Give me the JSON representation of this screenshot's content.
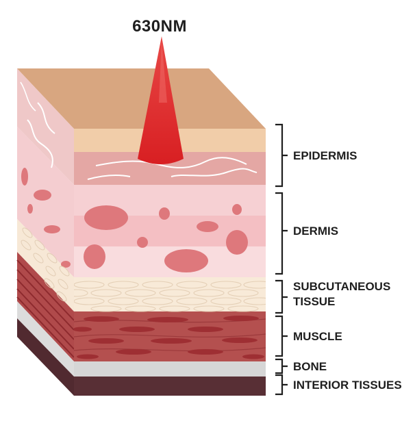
{
  "wavelength_label": "630NM",
  "layers": [
    {
      "id": "epidermis",
      "lines": [
        "EPIDERMIS"
      ]
    },
    {
      "id": "dermis",
      "lines": [
        "DERMIS"
      ]
    },
    {
      "id": "subcutaneous",
      "lines": [
        "SUBCUTANEOUS",
        "TISSUE"
      ]
    },
    {
      "id": "muscle",
      "lines": [
        "MUSCLE"
      ]
    },
    {
      "id": "bone",
      "lines": [
        "BONE"
      ]
    },
    {
      "id": "interior",
      "lines": [
        "INTERIOR TISSUES"
      ]
    }
  ],
  "colors": {
    "skin_top": "#d8a680",
    "epidermis_light": "#f1cda9",
    "epidermis_pink": "#e4a7a4",
    "epidermis_side": "#efc8c8",
    "dermis_band_1": "#f6d0d3",
    "dermis_band_2": "#f4bfc3",
    "dermis_band_3": "#f9dcde",
    "dermis_spots": "#de787c",
    "subcutaneous": "#f8ead8",
    "muscle_outer": "#b4504f",
    "muscle_fiber": "#9e2f33",
    "bone": "#d6d6d6",
    "interior": "#582f35",
    "light_beam": "#e02b2a"
  }
}
